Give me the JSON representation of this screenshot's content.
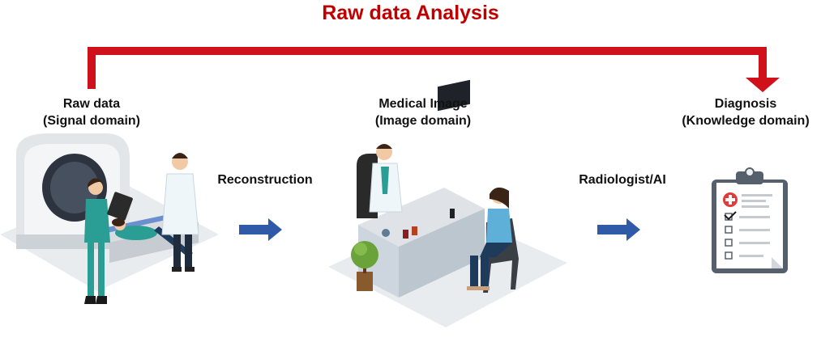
{
  "title": "Raw data Analysis",
  "stages": [
    {
      "line1": "Raw data",
      "line2": "(Signal domain)"
    },
    {
      "line1": "Medical Image",
      "line2": "(Image domain)"
    },
    {
      "line1": "Diagnosis",
      "line2": "(Knowledge domain)"
    }
  ],
  "transitions": [
    {
      "label": "Reconstruction"
    },
    {
      "label": "Radiologist/AI"
    }
  ],
  "colors": {
    "title": "#c00000",
    "bracket": "#d0101b",
    "flow_arrow": "#2e5aa8",
    "scrub_teal": "#2a9d95",
    "coat": "#eef6fa",
    "platform": "#e9ecef"
  },
  "illustrations": [
    {
      "icon": "mri-scanner-scene-icon"
    },
    {
      "icon": "doctor-consultation-scene-icon"
    },
    {
      "icon": "clipboard-checklist-icon"
    }
  ]
}
